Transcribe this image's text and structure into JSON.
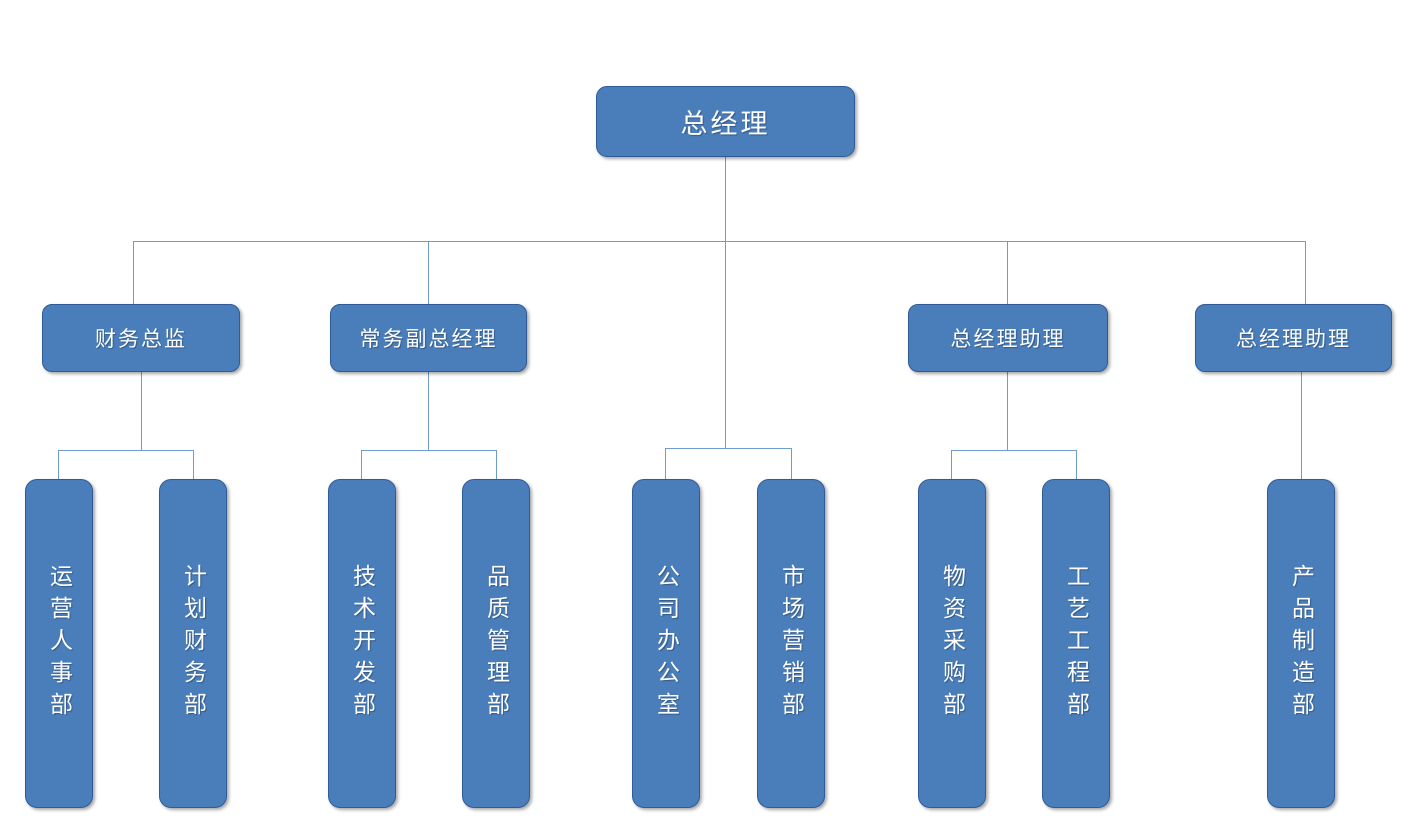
{
  "chart_title": "",
  "colors": {
    "node_fill": "#4a7ebb",
    "node_border": "#2f5b96",
    "node_text": "#ffffff",
    "connector": "#6f9bd1",
    "background": "#ffffff"
  },
  "org_chart": {
    "type": "org-tree",
    "root": {
      "id": "general-manager",
      "label": "总经理"
    },
    "level2": [
      {
        "id": "finance-director",
        "label": "财务总监"
      },
      {
        "id": "executive-deputy-gm",
        "label": "常务副总经理"
      },
      {
        "id": "gm-assistant-1",
        "label": "总经理助理"
      },
      {
        "id": "gm-assistant-2",
        "label": "总经理助理"
      }
    ],
    "departments": [
      {
        "id": "operations-hr-dept",
        "label": "运营人事部",
        "parent": "finance-director"
      },
      {
        "id": "planning-finance-dept",
        "label": "计划财务部",
        "parent": "finance-director"
      },
      {
        "id": "tech-development-dept",
        "label": "技术开发部",
        "parent": "executive-deputy-gm"
      },
      {
        "id": "quality-management-dept",
        "label": "品质管理部",
        "parent": "executive-deputy-gm"
      },
      {
        "id": "company-office",
        "label": "公司办公室",
        "parent": "general-manager"
      },
      {
        "id": "marketing-dept",
        "label": "市场营销部",
        "parent": "general-manager"
      },
      {
        "id": "materials-procurement-dept",
        "label": "物资采购部",
        "parent": "gm-assistant-1"
      },
      {
        "id": "process-engineering-dept",
        "label": "工艺工程部",
        "parent": "gm-assistant-1"
      },
      {
        "id": "product-manufacturing-dept",
        "label": "产品制造部",
        "parent": "gm-assistant-2"
      }
    ]
  }
}
